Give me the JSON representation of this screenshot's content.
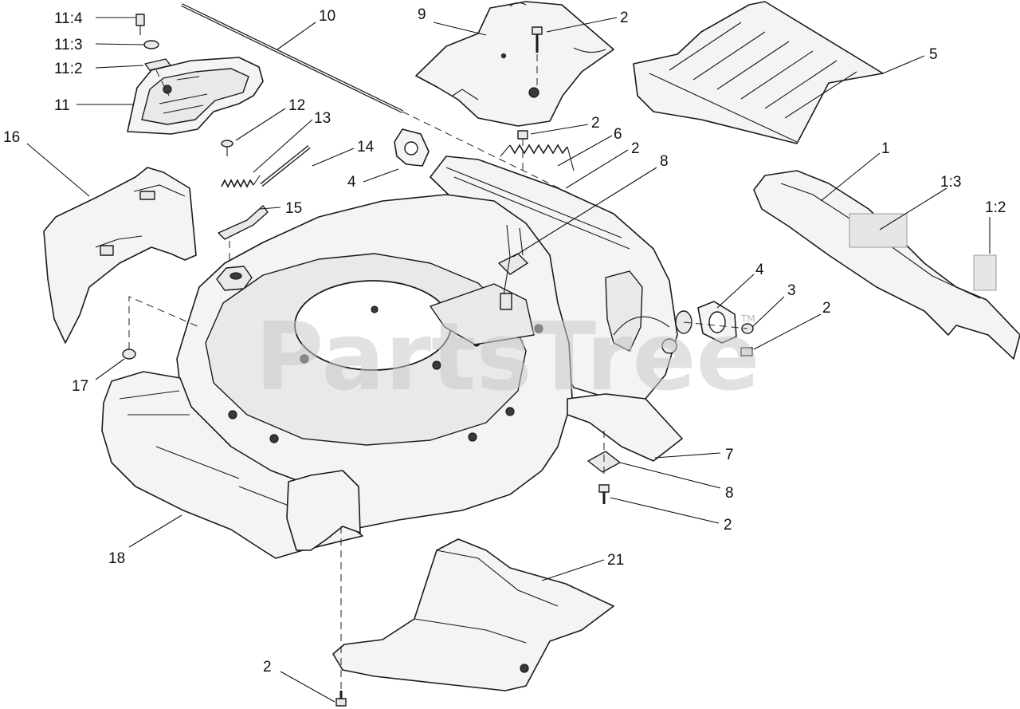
{
  "watermark": {
    "text": "PartsTree",
    "trademark": "TM"
  },
  "callouts": [
    {
      "id": "c-11-4",
      "text": "11:4"
    },
    {
      "id": "c-11-3",
      "text": "11:3"
    },
    {
      "id": "c-11-2",
      "text": "11:2"
    },
    {
      "id": "c-11",
      "text": "11"
    },
    {
      "id": "c-10",
      "text": "10"
    },
    {
      "id": "c-9",
      "text": "9"
    },
    {
      "id": "c-2-a",
      "text": "2"
    },
    {
      "id": "c-5",
      "text": "5"
    },
    {
      "id": "c-12",
      "text": "12"
    },
    {
      "id": "c-13",
      "text": "13"
    },
    {
      "id": "c-2-b",
      "text": "2"
    },
    {
      "id": "c-6",
      "text": "6"
    },
    {
      "id": "c-16",
      "text": "16"
    },
    {
      "id": "c-14",
      "text": "14"
    },
    {
      "id": "c-2-c",
      "text": "2"
    },
    {
      "id": "c-1",
      "text": "1"
    },
    {
      "id": "c-8-a",
      "text": "8"
    },
    {
      "id": "c-4-a",
      "text": "4"
    },
    {
      "id": "c-15",
      "text": "15"
    },
    {
      "id": "c-1-3",
      "text": "1:3"
    },
    {
      "id": "c-1-2",
      "text": "1:2"
    },
    {
      "id": "c-4-b",
      "text": "4"
    },
    {
      "id": "c-3",
      "text": "3"
    },
    {
      "id": "c-2-d",
      "text": "2"
    },
    {
      "id": "c-17",
      "text": "17"
    },
    {
      "id": "c-7",
      "text": "7"
    },
    {
      "id": "c-8-b",
      "text": "8"
    },
    {
      "id": "c-2-e",
      "text": "2"
    },
    {
      "id": "c-18",
      "text": "18"
    },
    {
      "id": "c-21",
      "text": "21"
    },
    {
      "id": "c-2-f",
      "text": "2"
    }
  ]
}
